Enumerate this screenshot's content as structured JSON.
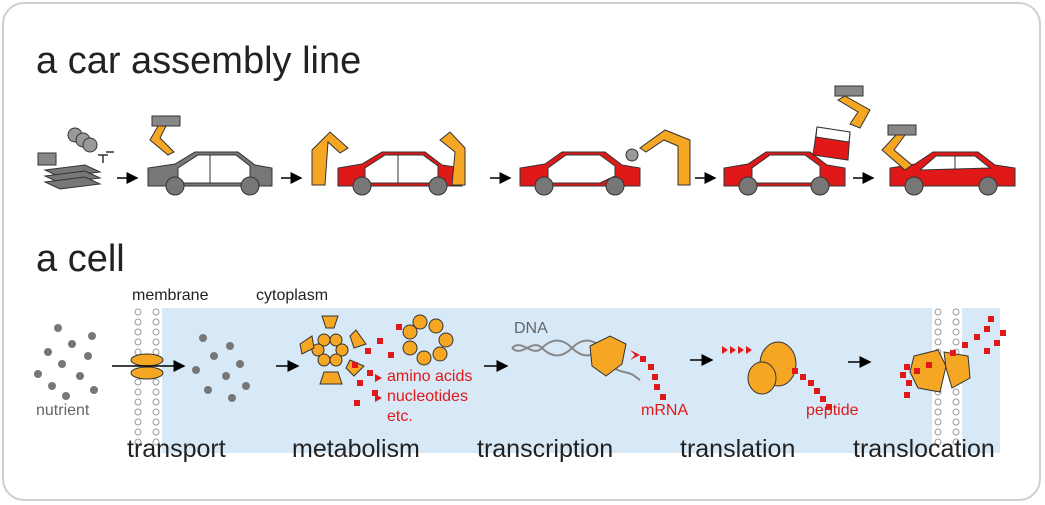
{
  "headings": {
    "car": "a car assembly line",
    "cell": "a cell"
  },
  "labels": {
    "membrane": "membrane",
    "cytoplasm": "cytoplasm",
    "nutrient": "nutrient",
    "amino_acids": "amino acids",
    "nucleotides": "nucleotides",
    "etc": "etc.",
    "dna": "DNA",
    "mrna": "mRNA",
    "peptide": "peptide"
  },
  "steps": [
    "transport",
    "metabolism",
    "transcription",
    "translation",
    "translocation"
  ],
  "colors": {
    "accent_orange": "#f5a623",
    "accent_red": "#e01818",
    "cytoplasm_blue": "#d7e8f7",
    "frame_border": "#cfcfcf"
  }
}
